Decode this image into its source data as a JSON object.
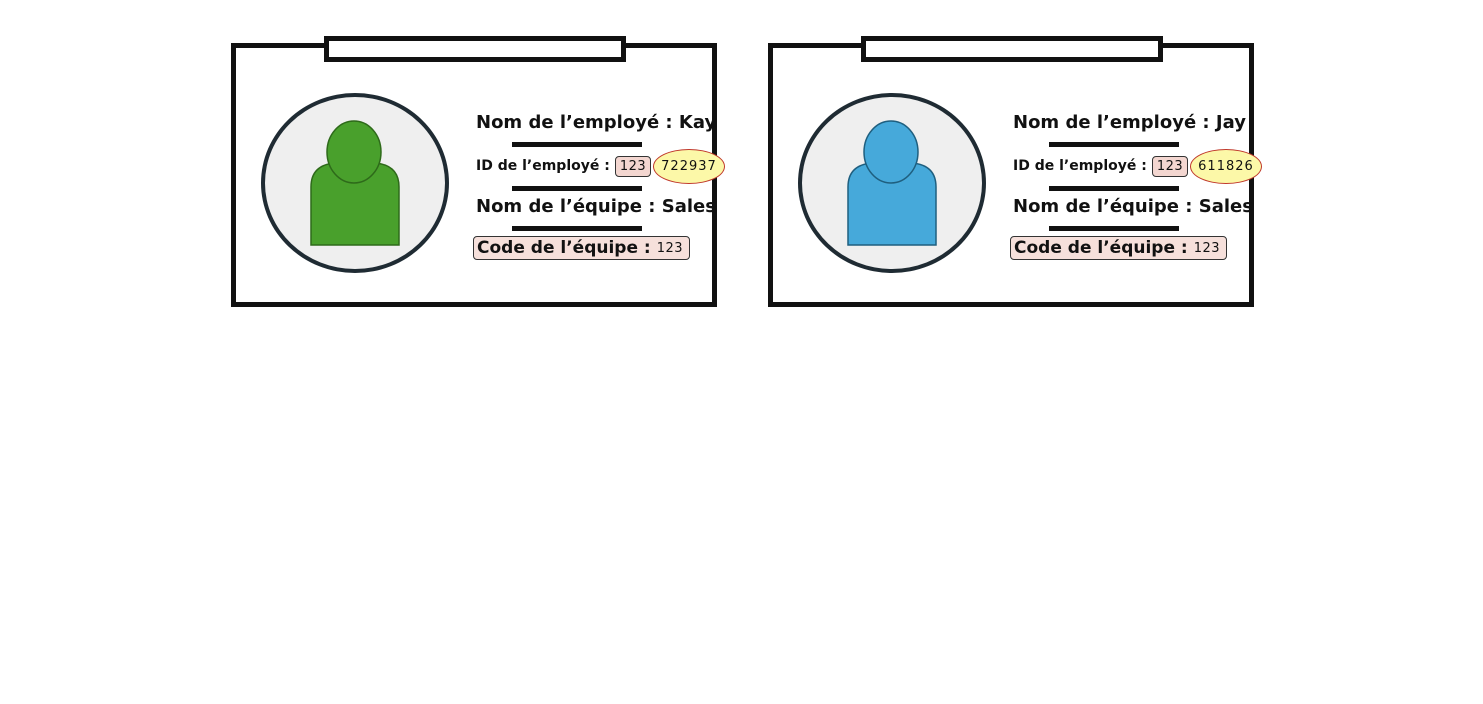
{
  "cards": [
    {
      "avatar_color": "#49a02c",
      "avatar_outline": "#2e6a1a",
      "name_label": "Nom de l’employé :",
      "name_value": "Kay",
      "id_label": "ID de l’employé :",
      "id_prefix": "123",
      "id_number": "722937",
      "team_label": "Nom de l’équipe :",
      "team_value": "Sales",
      "code_label": "Code de l’équipe :",
      "code_value": "123"
    },
    {
      "avatar_color": "#46a9da",
      "avatar_outline": "#1f5f7f",
      "name_label": "Nom de l’employé :",
      "name_value": "Jay",
      "id_label": "ID de l’employé :",
      "id_prefix": "123",
      "id_number": "611826",
      "team_label": "Nom de l’équipe :",
      "team_value": "Sales",
      "code_label": "Code de l’équipe :",
      "code_value": "123"
    }
  ]
}
